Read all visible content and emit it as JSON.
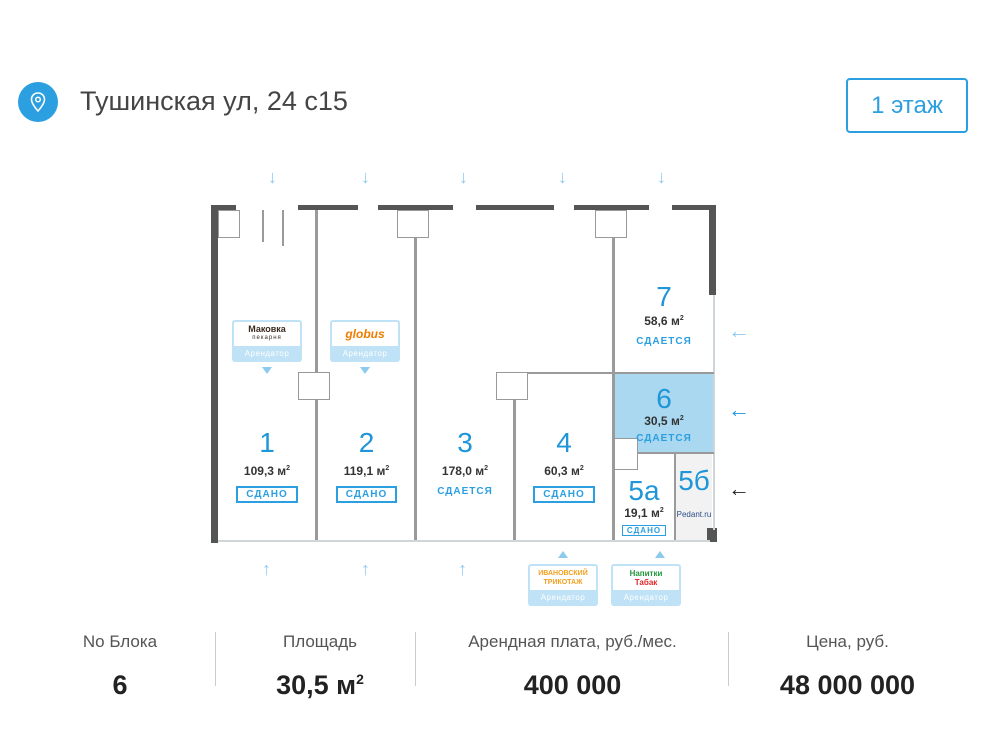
{
  "header": {
    "address": "Тушинская ул, 24 с15",
    "floor_button": "1 этаж"
  },
  "rooms": [
    {
      "num": "1",
      "area": "109,3 м",
      "status": "СДАНО"
    },
    {
      "num": "2",
      "area": "119,1 м",
      "status": "СДАНО"
    },
    {
      "num": "3",
      "area": "178,0 м",
      "status": "СДАЕТСЯ"
    },
    {
      "num": "4",
      "area": "60,3 м",
      "status": "СДАНО"
    },
    {
      "num": "5а",
      "area": "19,1 м",
      "status": "СДАНО"
    },
    {
      "num": "5б",
      "tenant": "Pedant.ru"
    },
    {
      "num": "6",
      "area": "30,5 м",
      "status": "СДАЕТСЯ"
    },
    {
      "num": "7",
      "area": "58,6 м",
      "status": "СДАЕТСЯ"
    }
  ],
  "area_sup": "2",
  "tenants": [
    {
      "name": "Маковка",
      "sub": "пекарня",
      "label": "Арендатор"
    },
    {
      "name": "globus",
      "label": "Арендатор"
    },
    {
      "name": "ИВАНОВСКИЙ ТРИКОТАЖ",
      "label": "Арендатор"
    },
    {
      "name": "Напитки",
      "name2": "Табак",
      "label": "Арендатор"
    }
  ],
  "stats": [
    {
      "label": "No Блока",
      "value": "6"
    },
    {
      "label": "Площадь",
      "value": "30,5 м",
      "sup": "2"
    },
    {
      "label": "Арендная плата, руб./мес.",
      "value": "400 000"
    },
    {
      "label": "Цена, руб.",
      "value": "48 000 000"
    }
  ],
  "colors": {
    "accent": "#2c9fe0",
    "selected": "#a9d8f0"
  }
}
